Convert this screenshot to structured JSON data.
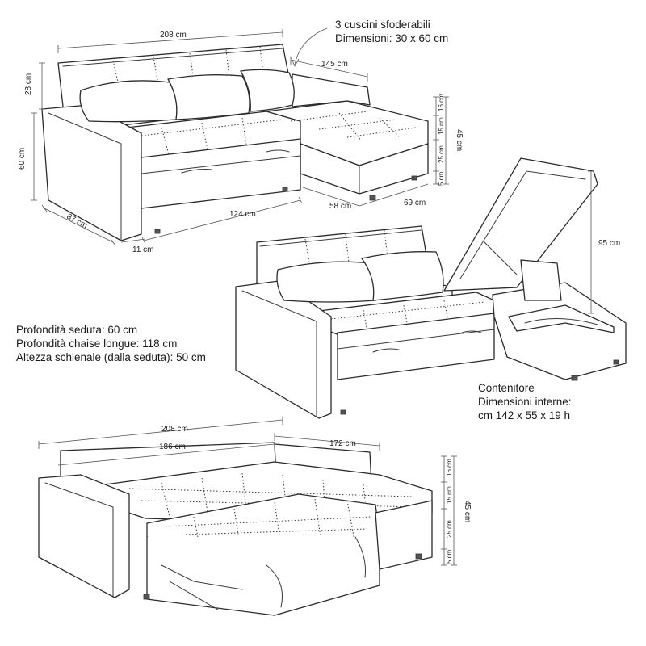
{
  "top_view": {
    "cushion_note_line1": "3 cuscini sfoderabili",
    "cushion_note_line2": "Dimensioni: 30 x 60 cm",
    "width_total": "208 cm",
    "chaise_width": "145 cm",
    "back_height": "28 cm",
    "side_height": "60 cm",
    "arm_depth": "87 cm",
    "seat_length": "124 cm",
    "arm_width": "11 cm",
    "chaise_length": "58 cm",
    "chaise_depth": "69 cm",
    "seg_16": "16 cm",
    "seg_15": "15 cm",
    "seg_25": "25 cm",
    "seg_5": "5 cm",
    "total_45": "45 cm"
  },
  "storage_view": {
    "height_95": "95 cm",
    "container_line1": "Contenitore",
    "container_line2": "Dimensioni interne:",
    "container_line3": "cm 142 x 55 x 19 h"
  },
  "specs": {
    "line1": "Profondità seduta: 60 cm",
    "line2": "Profondità chaise longue: 118 cm",
    "line3": "Altezza schienale (dalla seduta): 50 cm"
  },
  "bed_view": {
    "width_total": "208 cm",
    "width_inner": "186 cm",
    "chaise_width": "172 cm",
    "seg_16": "16 cm",
    "seg_15": "15 cm",
    "seg_25": "25 cm",
    "seg_5": "5 cm",
    "total_45": "45 cm"
  }
}
